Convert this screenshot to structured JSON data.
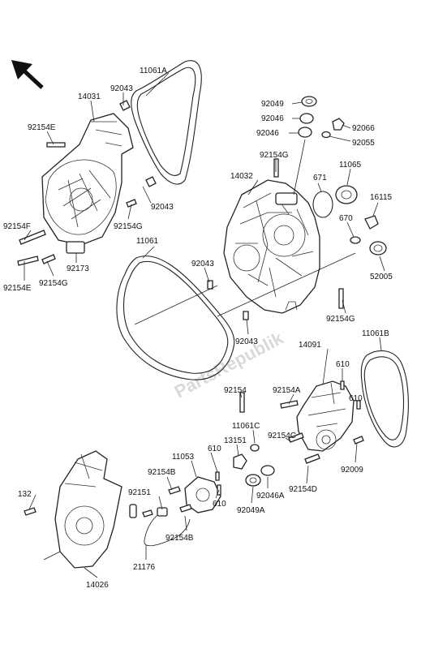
{
  "watermark": "PartsRepublik",
  "callouts": [
    {
      "id": "c1",
      "text": "11061A"
    },
    {
      "id": "c2",
      "text": "92043"
    },
    {
      "id": "c3",
      "text": "14031"
    },
    {
      "id": "c4",
      "text": "92154E"
    },
    {
      "id": "c5",
      "text": "92043"
    },
    {
      "id": "c6",
      "text": "92154G"
    },
    {
      "id": "c7",
      "text": "92154F"
    },
    {
      "id": "c8",
      "text": "92173"
    },
    {
      "id": "c9",
      "text": "92154E"
    },
    {
      "id": "c10",
      "text": "92154G"
    },
    {
      "id": "c11",
      "text": "11061"
    },
    {
      "id": "c12",
      "text": "92043"
    },
    {
      "id": "c13",
      "text": "92043"
    },
    {
      "id": "c14",
      "text": "14032"
    },
    {
      "id": "c15",
      "text": "92154G"
    },
    {
      "id": "c16",
      "text": "92049"
    },
    {
      "id": "c17",
      "text": "92046"
    },
    {
      "id": "c18",
      "text": "92046"
    },
    {
      "id": "c19",
      "text": "92066"
    },
    {
      "id": "c20",
      "text": "92055"
    },
    {
      "id": "c21",
      "text": "671"
    },
    {
      "id": "c22",
      "text": "11065"
    },
    {
      "id": "c23",
      "text": "16115"
    },
    {
      "id": "c24",
      "text": "670"
    },
    {
      "id": "c25",
      "text": "52005"
    },
    {
      "id": "c26",
      "text": "92154G"
    },
    {
      "id": "c27",
      "text": "11061B"
    },
    {
      "id": "c28",
      "text": "14091"
    },
    {
      "id": "c29",
      "text": "610"
    },
    {
      "id": "c30",
      "text": "610"
    },
    {
      "id": "c31",
      "text": "92154"
    },
    {
      "id": "c32",
      "text": "92154A"
    },
    {
      "id": "c33",
      "text": "11061C"
    },
    {
      "id": "c34",
      "text": "13151"
    },
    {
      "id": "c35",
      "text": "92154C"
    },
    {
      "id": "c36",
      "text": "92009"
    },
    {
      "id": "c37",
      "text": "11053"
    },
    {
      "id": "c38",
      "text": "610"
    },
    {
      "id": "c39",
      "text": "92154B"
    },
    {
      "id": "c40",
      "text": "92046A"
    },
    {
      "id": "c41",
      "text": "92154D"
    },
    {
      "id": "c42",
      "text": "92151"
    },
    {
      "id": "c43",
      "text": "610"
    },
    {
      "id": "c44",
      "text": "92049A"
    },
    {
      "id": "c45",
      "text": "92154B"
    },
    {
      "id": "c46",
      "text": "132"
    },
    {
      "id": "c47",
      "text": "21176"
    },
    {
      "id": "c48",
      "text": "14026"
    }
  ]
}
